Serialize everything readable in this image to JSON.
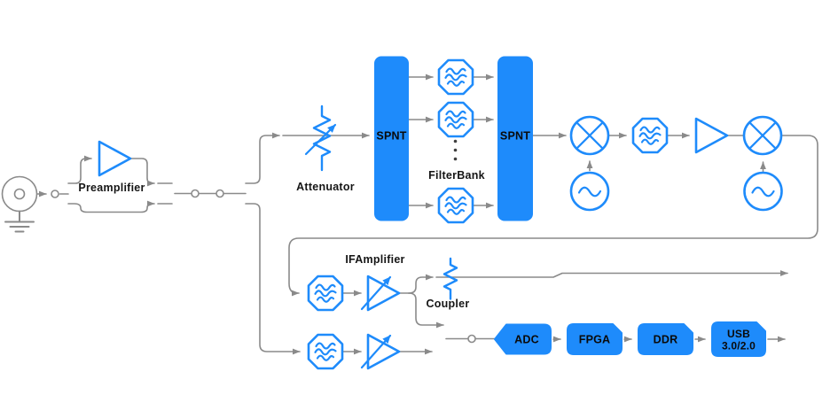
{
  "labels": {
    "preamplifier": "Preamplifier",
    "attenuator": "Attenuator",
    "filter_bank": "FilterBank",
    "if_amplifier": "IFAmplifier",
    "coupler": "Coupler"
  },
  "switches": {
    "spnt_left": "SPNT",
    "spnt_right": "SPNT"
  },
  "blocks": {
    "adc": "ADC",
    "fpga": "FPGA",
    "ddr": "DDR",
    "usb_line_1": "USB",
    "usb_line_2": "3.0/2.0"
  },
  "icons": [
    "rf-connector-icon",
    "ground-icon",
    "amplifier-icon",
    "variable-amplifier-icon",
    "attenuator-icon",
    "filter-icon",
    "mixer-icon",
    "oscillator-icon",
    "coupler-icon",
    "switch-contact-icon",
    "ellipsis-dots-icon",
    "arrowhead-icon"
  ],
  "colors": {
    "accent_blue": "#1E8BFB",
    "wire_gray": "#8A8A8A",
    "label_black": "#151515",
    "background": "#FFFFFF"
  }
}
